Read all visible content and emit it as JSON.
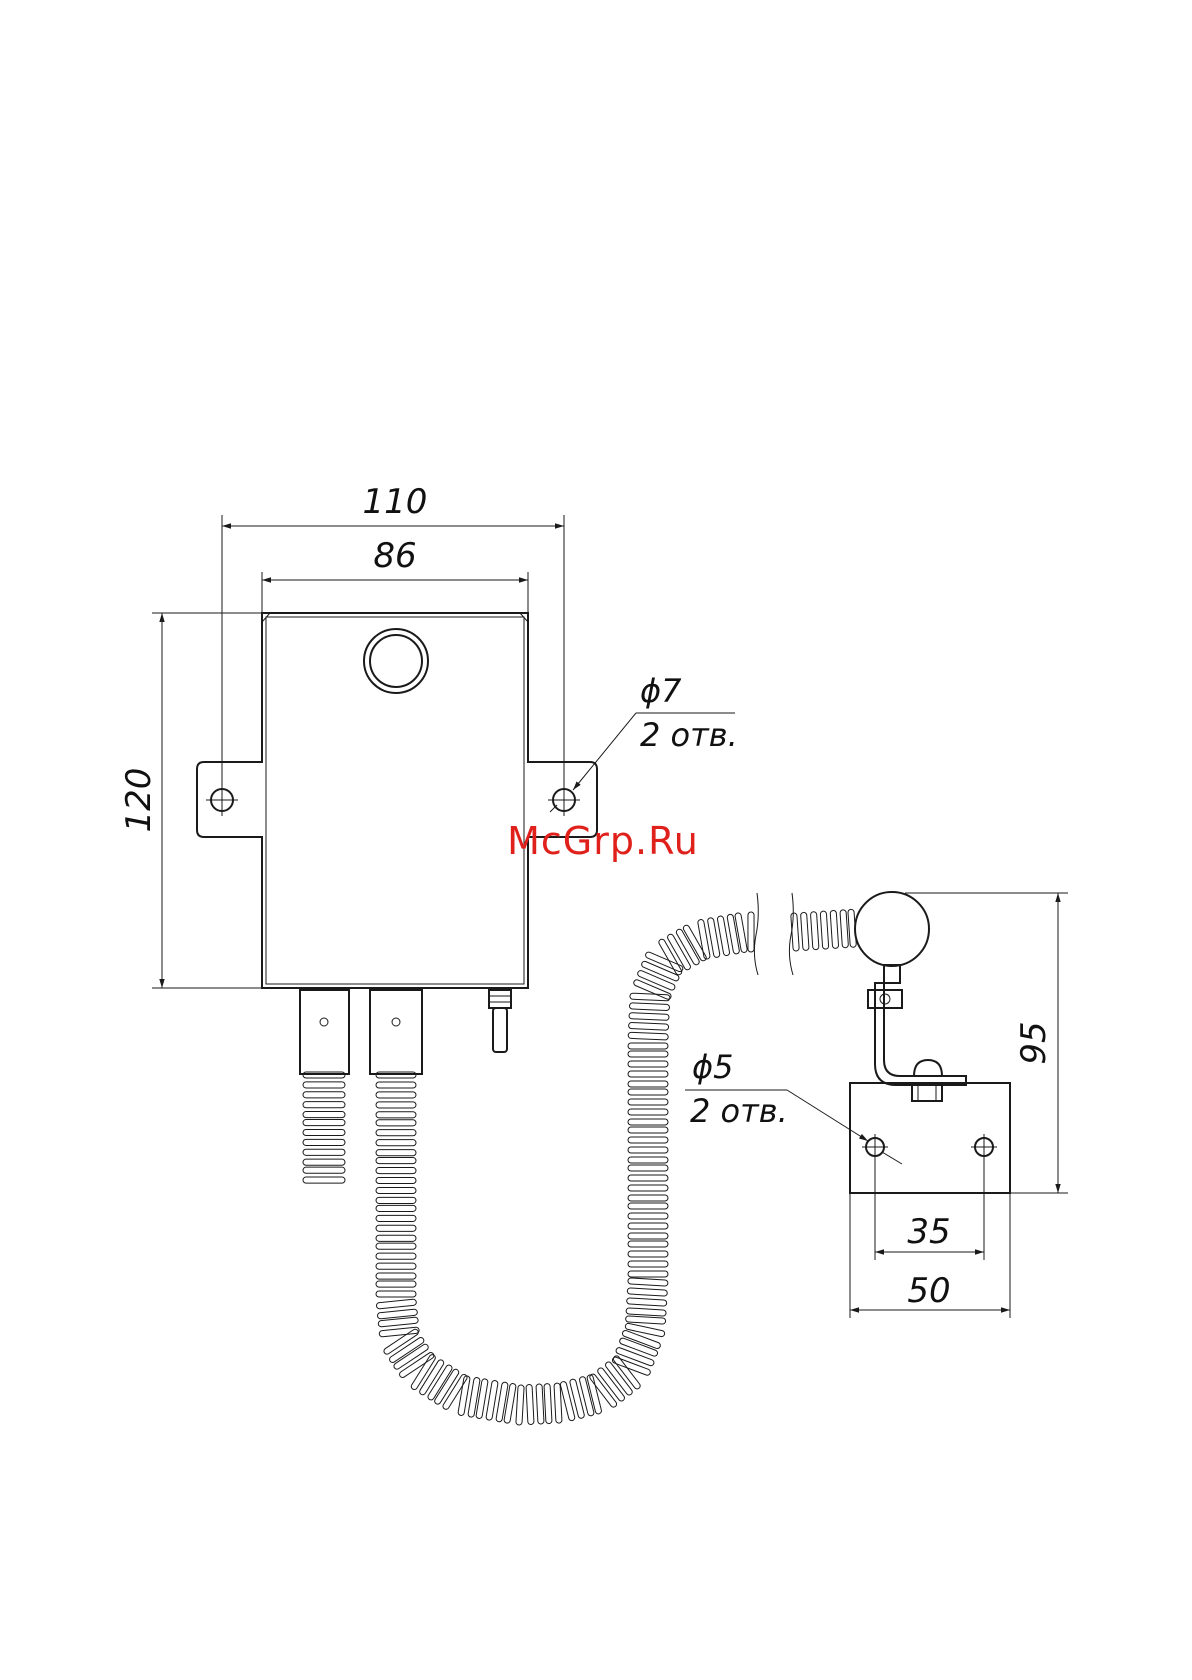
{
  "dimensions": {
    "width_overall": "110",
    "width_body": "86",
    "height_body": "120",
    "hole_diameter_main": "ϕ7",
    "hole_count_main": "2 отв.",
    "sensor_height": "95",
    "hole_diameter_bracket": "ϕ5",
    "hole_count_bracket": "2 отв.",
    "bracket_hole_spacing": "35",
    "bracket_width": "50"
  },
  "watermark": {
    "text": "McGrp.Ru",
    "color": "#e0201b"
  },
  "colors": {
    "line": "#1a1a1a",
    "background": "#ffffff"
  }
}
